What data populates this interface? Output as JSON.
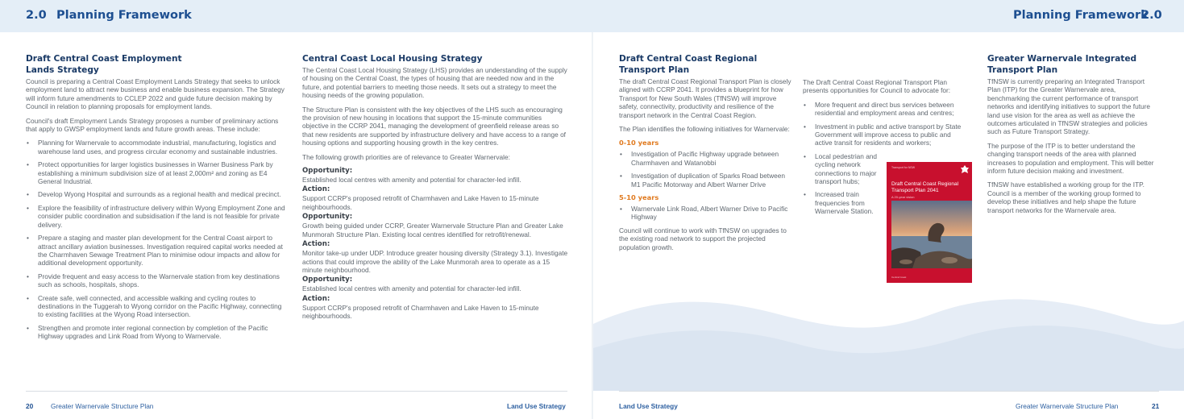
{
  "header": {
    "left_num": "2.0",
    "left_title": "Planning Framework",
    "right_title": "Planning Framework",
    "right_num": "2.0"
  },
  "col1": {
    "heading": "Draft Central Coast Employment Lands Strategy",
    "p1": "Council is preparing a Central Coast Employment Lands Strategy that seeks to unlock employment land to attract new business and enable business expansion. The Strategy will inform future amendments to CCLEP 2022 and guide future decision making by Council in relation to planning proposals for employment lands.",
    "p2": "Council's draft Employment Lands Strategy proposes a number of preliminary actions that apply to GWSP employment lands and future growth areas. These include:",
    "bullets": [
      "Planning for Warnervale to accommodate industrial, manufacturing, logistics and warehouse land uses, and progress circular economy and sustainable industries.",
      "Protect opportunities for larger logistics businesses in Warner Business Park by establishing a minimum subdivision size of at least 2,000m² and zoning as E4 General Industrial.",
      "Develop Wyong Hospital and surrounds as a regional health and medical precinct.",
      "Explore the feasibility of infrastructure delivery within Wyong Employment Zone and consider public coordination and subsidisation if the land is not feasible for private delivery.",
      "Prepare a staging and master plan development for the Central Coast airport to attract ancillary aviation businesses. Investigation required capital works needed at the Charmhaven Sewage Treatment Plan to minimise odour impacts and allow for additional development opportunity.",
      "Provide frequent and easy access to the Warnervale station from key destinations such as schools, hospitals, shops.",
      "Create safe, well connected, and accessible walking and cycling routes to destinations in the Tuggerah to Wyong corridor on the Pacific Highway, connecting to existing facilities at the Wyong Road intersection.",
      "Strengthen and promote inter regional connection by completion of the Pacific Highway upgrades and Link Road from Wyong to Warnervale."
    ]
  },
  "col2": {
    "heading": "Central Coast Local Housing Strategy",
    "p1": "The Central Coast Local Housing Strategy (LHS) provides an understanding of the supply of housing on the Central Coast, the types of housing that are needed now and in the future, and potential barriers to meeting those needs. It sets out a strategy to meet the housing needs of the growing population.",
    "p2": "The Structure Plan is consistent with the key objectives of the LHS such as encouraging the provision of new housing in locations that support the 15-minute communities objective in the CCRP 2041, managing the development of greenfield release areas so that new residents are supported by infrastructure delivery and have access to a range of housing options and supporting housing growth in the key centres.",
    "p3": "The following growth priorities are of relevance to Greater Warnervale:",
    "items": [
      {
        "label": "Opportunity:",
        "text": "Established local centres with amenity and potential for character-led infill."
      },
      {
        "label": "Action:",
        "text": "Support CCRP's proposed retrofit of Charmhaven and Lake Haven to 15-minute neighbourhoods."
      },
      {
        "label": "Opportunity:",
        "text": "Growth being guided under CCRP, Greater Warnervale Structure Plan and Greater Lake Munmorah Structure Plan. Existing local centres identified for retrofit/renewal."
      },
      {
        "label": "Action:",
        "text": "Monitor take-up under UDP. Introduce greater housing diversity (Strategy 3.1). Investigate actions that could improve the ability of the Lake Munmorah area to operate as a 15 minute neighbourhood."
      },
      {
        "label": "Opportunity:",
        "text": "Established local centres with amenity and potential for character-led infill."
      },
      {
        "label": "Action:",
        "text": "Support CCRP's proposed retrofit of Charmhaven and Lake Haven to 15-minute neighbourhoods."
      }
    ]
  },
  "col3": {
    "heading": "Draft Central Coast Regional Transport Plan",
    "p1": "The draft Central Coast Regional Transport Plan is closely aligned with CCRP 2041. It provides a blueprint for how Transport for New South Wales (TfNSW) will improve safety, connectivity, productivity and resilience of the transport network in the Central Coast Region.",
    "p2": "The Plan identifies the following initiatives for Warnervale:",
    "sub1": "0-10 years",
    "sub1_bullets": [
      "Investigation of Pacific Highway upgrade between Charmhaven and Watanobbi",
      "Investigation of duplication of Sparks Road between M1 Pacific Motorway and Albert Warner Drive"
    ],
    "sub2": "5-10 years",
    "sub2_bullets": [
      "Warnervale Link Road, Albert Warner Drive to Pacific Highway"
    ],
    "p3": "Council will continue to work with TfNSW on upgrades to the existing road network to support the projected population growth."
  },
  "col4": {
    "p1": "The Draft Central Coast Regional Transport Plan presents opportunities for Council to advocate for:",
    "bullets": [
      "More frequent and direct bus services between residential and employment areas and centres;",
      "Investment in public and active transport by State Government will improve access to public and active transit for residents and workers;",
      "Local pedestrian and cycling network connections to major transport hubs;",
      "Increased train frequencies from Warnervale Station."
    ]
  },
  "cover": {
    "agency": "Transport for NSW",
    "title": "Draft Central Coast Regional Transport Plan 2041",
    "subtitle": "A 20-year vision",
    "bottom": "Central Coast"
  },
  "col5": {
    "heading": "Greater Warnervale Integrated Transport Plan",
    "p1": "TfNSW is currently preparing an Integrated Transport Plan (ITP) for the Greater Warnervale area, benchmarking the current performance of transport networks and identifying initiatives to support the future land use vision for the area as well as achieve the outcomes articulated in TfNSW strategies and policies such as Future Transport Strategy.",
    "p2": "The purpose of the ITP is to better understand the changing transport needs of the area with planned increases to population and employment. This will better inform future decision making and investment.",
    "p3": "TfNSW have established a working group for the ITP. Council is a member of the working group formed to develop these initiatives and help shape the future transport networks for the Warnervale area."
  },
  "footer": {
    "left_page": "20",
    "left_doc": "Greater Warnervale Structure Plan",
    "left_section": "Land Use Strategy",
    "right_section": "Land Use Strategy",
    "right_doc": "Greater Warnervale Structure Plan",
    "right_page": "21"
  }
}
